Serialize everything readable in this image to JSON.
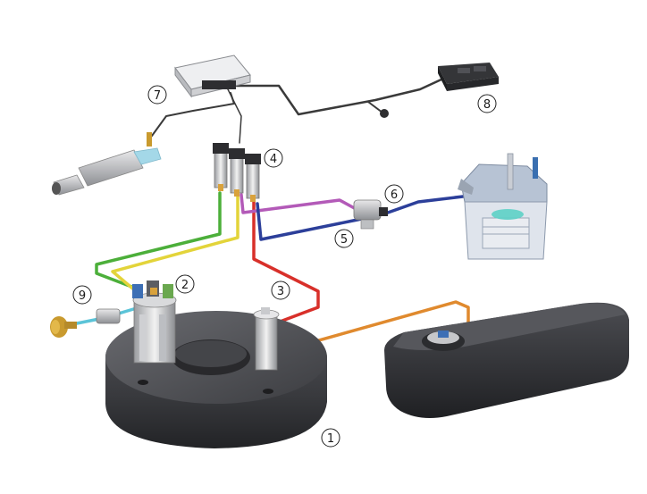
{
  "callouts": {
    "c1": "1",
    "c2": "2",
    "c3": "3",
    "c4": "4",
    "c5": "5",
    "c6": "6",
    "c7": "7",
    "c8": "8",
    "c9": "9"
  },
  "colors": {
    "green_line": "#4caf3a",
    "yellow_line": "#e3d43a",
    "red_line": "#d8302a",
    "purple_line": "#b35ab8",
    "blue_line": "#2c3f9a",
    "orange_line": "#e08a2e",
    "cyan_line": "#5bc4d8",
    "wire": "#3a3a3a",
    "tank": "#3b3c40"
  },
  "icons": {
    "lpg_tank": "toroidal-tank-icon",
    "multivalve": "multivalve-icon",
    "fuel_tank": "petrol-tank-icon",
    "ecu": "ecu-box-icon",
    "vehicle_ecu": "vehicle-ecu-icon",
    "injectors": "injector-rail-icon",
    "vaporizer": "reducer-icon",
    "engine": "engine-cylinder-icon",
    "catalyst": "catalytic-converter-icon",
    "filler": "filler-valve-icon"
  }
}
